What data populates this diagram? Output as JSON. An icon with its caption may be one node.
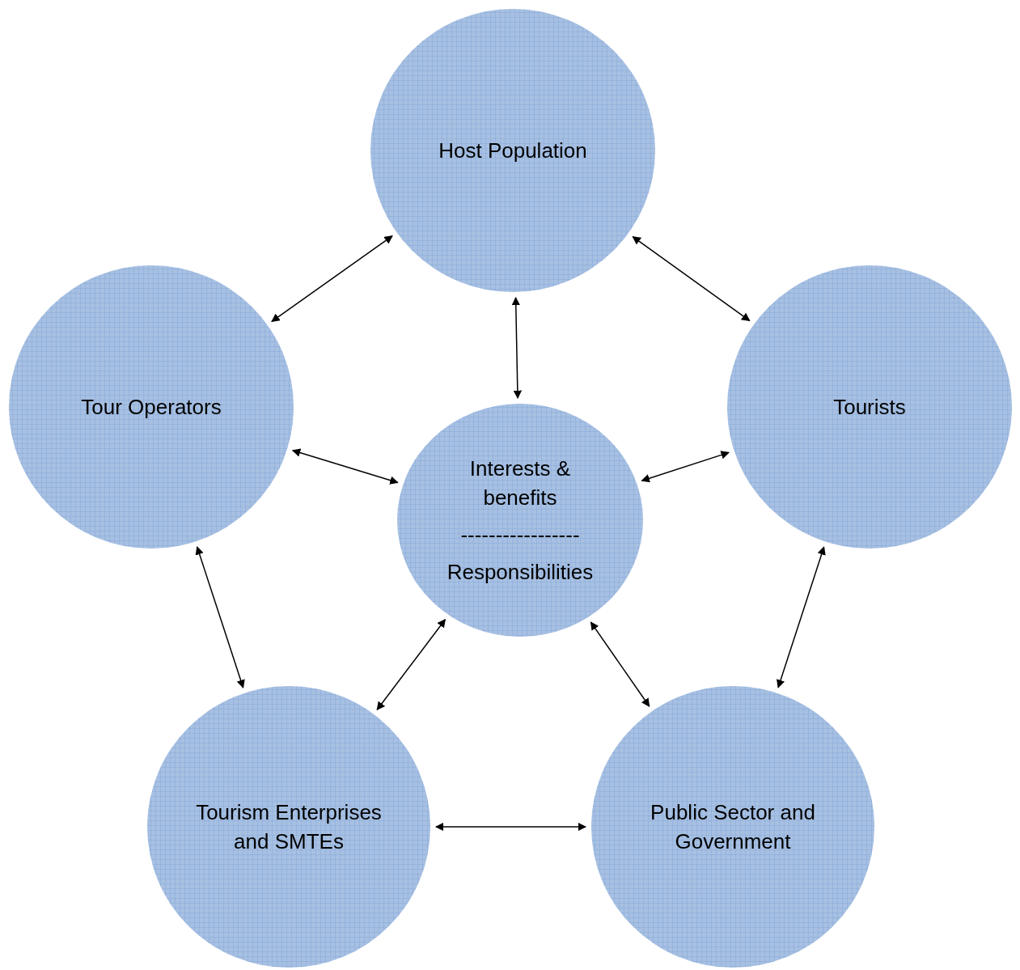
{
  "diagram": {
    "nodes": [
      {
        "text": [
          "Host Population"
        ]
      },
      {
        "text": [
          "Tour Operators"
        ]
      },
      {
        "text": [
          "Interests & benefits",
          "-----------------",
          "Responsibilities"
        ]
      },
      {
        "text": [
          "Tourists"
        ]
      },
      {
        "text": [
          "Tourism Enterprises and SMTEs"
        ]
      },
      {
        "text": [
          "Public Sector and Government"
        ]
      }
    ],
    "edges": [
      {
        "from": 0,
        "to": 1,
        "arrow": "both"
      },
      {
        "from": 0,
        "to": 3,
        "arrow": "both"
      },
      {
        "from": 0,
        "to": 2,
        "arrow": "both"
      },
      {
        "from": 1,
        "to": 2,
        "arrow": "both"
      },
      {
        "from": 2,
        "to": 3,
        "arrow": "both"
      },
      {
        "from": 1,
        "to": 4,
        "arrow": "both"
      },
      {
        "from": 2,
        "to": 4,
        "arrow": "both"
      },
      {
        "from": 2,
        "to": 5,
        "arrow": "both"
      },
      {
        "from": 3,
        "to": 5,
        "arrow": "both"
      },
      {
        "from": 4,
        "to": 5,
        "arrow": "both"
      }
    ]
  }
}
